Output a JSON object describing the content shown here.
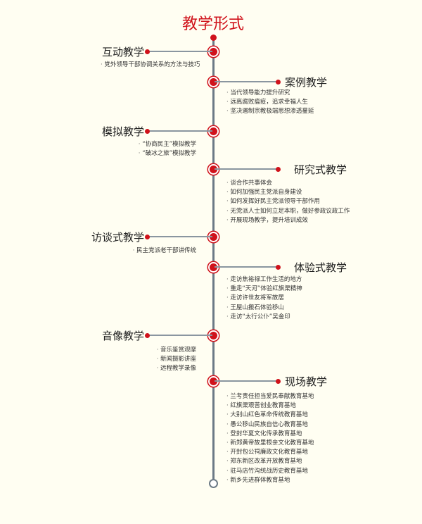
{
  "title": "教学形式",
  "sections": [
    {
      "label": "互动教学",
      "items": [
        "党外领导干部协调关系的方法与技巧"
      ]
    },
    {
      "label": "案例教学",
      "items": [
        "当代领导能力提升研究",
        "远离腐败瘟疫，追求幸福人生",
        "坚决遏制宗教极端思想渗透蔓延"
      ]
    },
    {
      "label": "模拟教学",
      "items": [
        "“协商民主”模拟教学",
        "“破冰之旅”模拟教学"
      ]
    },
    {
      "label": "研究式教学",
      "items": [
        "谈合作共事体会",
        "如何加强民主党派自身建设",
        "如何发挥好民主党派领导干部作用",
        "无党派人士如何立足本职，做好参政议政工作",
        "开展现场教学，提升培训成效"
      ]
    },
    {
      "label": "访谈式教学",
      "items": [
        "民主党派老干部讲传统"
      ]
    },
    {
      "label": "体验式教学",
      "items": [
        "走访焦裕禄工作生活的地方",
        "重走“天河”体验红旗渠精神",
        "走访许世友将军故居",
        "王屋山搬石体验移山",
        "走访“太行公仆”吴金印"
      ]
    },
    {
      "label": "音像教学",
      "items": [
        "音乐鉴赏观摩",
        "新闻摄影讲座",
        "远程教学录像"
      ]
    },
    {
      "label": "现场教学",
      "items": [
        "兰考责任担当爱民奉献教育基地",
        "红旗渠艰苦创业教育基地",
        "大别山红色革命传统教育基地",
        "愚公移山民族自信心教育基地",
        "登封华夏文化传承教育基地",
        "新郑黄帝故里根亲文化教育基地",
        "开封包公祠廉政文化教育基地",
        "郑东新区改革开放教育基地",
        "驻马店竹沟统战历史教育基地",
        "新乡先进群体教育基地"
      ]
    }
  ]
}
